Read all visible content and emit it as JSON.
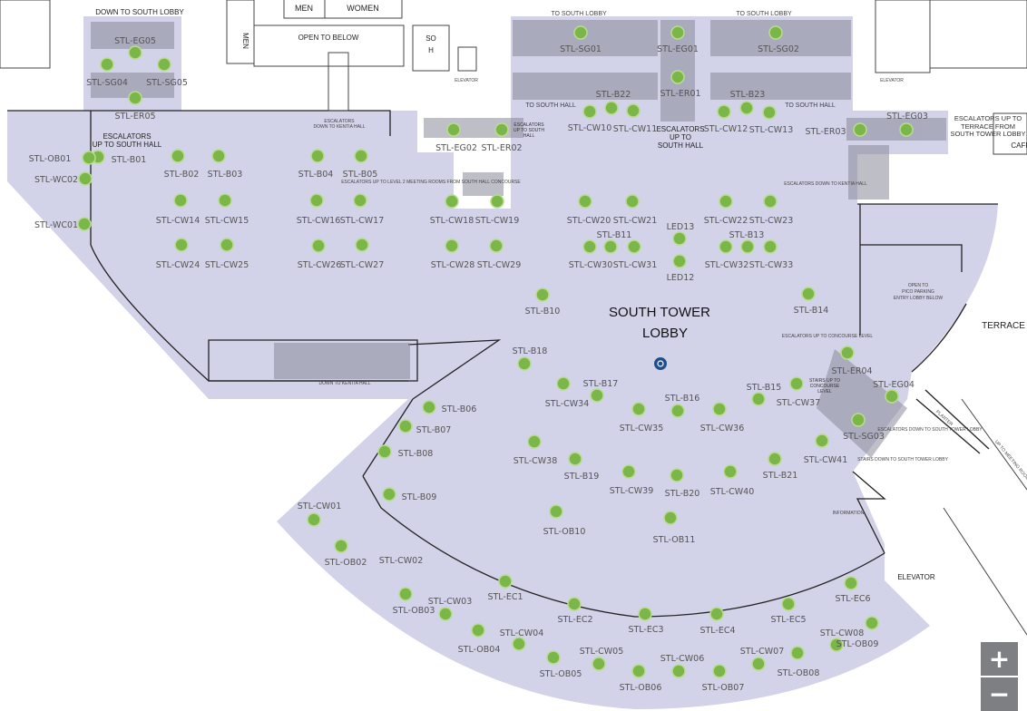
{
  "map": {
    "title": "SOUTH TOWER LOBBY",
    "colors": {
      "floor": "#d2d2e8",
      "marker": "#7ab648",
      "marker_ring": "#b9dc8f",
      "wall": "#222222"
    },
    "area_labels": {
      "down_to_south_lobby": "DOWN TO SOUTH LOBBY",
      "men": "MEN",
      "women": "WOMEN",
      "men_vertical": "MEN",
      "open_to_below": "OPEN TO BELOW",
      "so": "SO",
      "h": "H",
      "elevator_1": "ELEVATOR",
      "elevator_2": "ELEVATOR",
      "to_south_lobby_1": "TO SOUTH LOBBY",
      "to_south_lobby_2": "TO SOUTH LOBBY",
      "to_south_hall_1": "TO SOUTH HALL",
      "to_south_hall_2": "TO SOUTH HALL",
      "esc_up_south_hall_left_1": "ESCALATORS",
      "esc_up_south_hall_left_2": "UP TO SOUTH HALL",
      "esc_up_south_hall_mid_1": "ESCALATORS",
      "esc_up_south_hall_mid_2": "UP TO",
      "esc_up_south_hall_mid_3": "SOUTH HALL",
      "esc_down_kentia_1": "ESCALATORS",
      "esc_down_kentia_2": "DOWN TO KENTIA HALL",
      "esc_up_south_hall_small": "ESCALATORS UP TO SOUTH HALL",
      "esc_level2": "ESCALATORS UP TO LEVEL 2 MEETING ROOMS FROM SOUTH HALL CONCOURSE",
      "esc_terrace": "ESCALATORS UP TO TERRACE FROM SOUTH TOWER LOBBY",
      "esc_down_kentia_right": "ESCALATORS DOWN TO KENTIA HALL",
      "cafe": "CAFE",
      "open_pico_1": "OPEN TO",
      "open_pico_2": "PICO PARKING",
      "open_pico_3": "ENTRY LOBBY BELOW",
      "terrace": "TERRACE",
      "lobby_1": "SOUTH TOWER",
      "lobby_2": "LOBBY",
      "down_to_kentia": "DOWN TO KENTIA HALL",
      "esc_up_concourse": "ESCALATORS UP TO CONCOURSE LEVEL",
      "stairs_up_concourse": "STAIRS UP TO CONCOURSE LEVEL",
      "esc_down_stl": "ESCALATORS DOWN TO SOUTH TOWER LOBBY",
      "stairs_down_stl": "STAIRS DOWN TO SOUTH TOWER LOBBY",
      "planter": "PLANTER",
      "up_meeting": "UP TO MEETING ROOM LEVEL",
      "information": "INFORMATION",
      "elevator_3": "ELEVATOR"
    },
    "markers": [
      "STL-EG05",
      "STL-SG04",
      "STL-SG05",
      "STL-ER05",
      "STL-OB01",
      "STL-B01",
      "STL-WC02",
      "STL-WC01",
      "STL-B02",
      "STL-B03",
      "STL-B04",
      "STL-B05",
      "STL-CW14",
      "STL-CW15",
      "STL-CW16",
      "STL-CW17",
      "STL-CW18",
      "STL-CW19",
      "STL-CW24",
      "STL-CW25",
      "STL-CW26",
      "STL-CW27",
      "STL-CW28",
      "STL-CW29",
      "STL-SG01",
      "STL-EG01",
      "STL-SG02",
      "STL-ER01",
      "STL-B22",
      "STL-CW10",
      "STL-CW11",
      "STL-CW12",
      "STL-B23",
      "STL-CW13",
      "STL-EG02",
      "STL-ER02",
      "STL-ER03",
      "STL-EG03",
      "STL-CW20",
      "STL-CW21",
      "STL-CW22",
      "STL-CW23",
      "STL-B11",
      "STL-CW30",
      "STL-CW31",
      "LED13",
      "LED12",
      "STL-B13",
      "STL-CW32",
      "STL-CW33",
      "STL-B10",
      "STL-B14",
      "STL-B18",
      "STL-CW34",
      "STL-B17",
      "STL-B16",
      "STL-CW35",
      "STL-CW36",
      "STL-B15",
      "STL-CW37",
      "STL-ER04",
      "STL-EG04",
      "STL-SG03",
      "STL-CW41",
      "STL-B21",
      "STL-CW38",
      "STL-B19",
      "STL-CW39",
      "STL-B20",
      "STL-CW40",
      "STL-OB10",
      "STL-OB11",
      "STL-B06",
      "STL-B07",
      "STL-B08",
      "STL-B09",
      "STL-CW01",
      "STL-OB02",
      "STL-CW02",
      "STL-EC1",
      "STL-CW03",
      "STL-OB03",
      "STL-OB04",
      "STL-CW04",
      "STL-EC2",
      "STL-EC3",
      "STL-EC4",
      "STL-EC5",
      "STL-EC6",
      "STL-CW05",
      "STL-OB05",
      "STL-CW06",
      "STL-OB06",
      "STL-OB07",
      "STL-CW07",
      "STL-OB08",
      "STL-CW08",
      "STL-OB09"
    ],
    "info_marker_icon": "info-marker-icon"
  },
  "controls": {
    "zoom_in": "+",
    "zoom_out": "−"
  }
}
